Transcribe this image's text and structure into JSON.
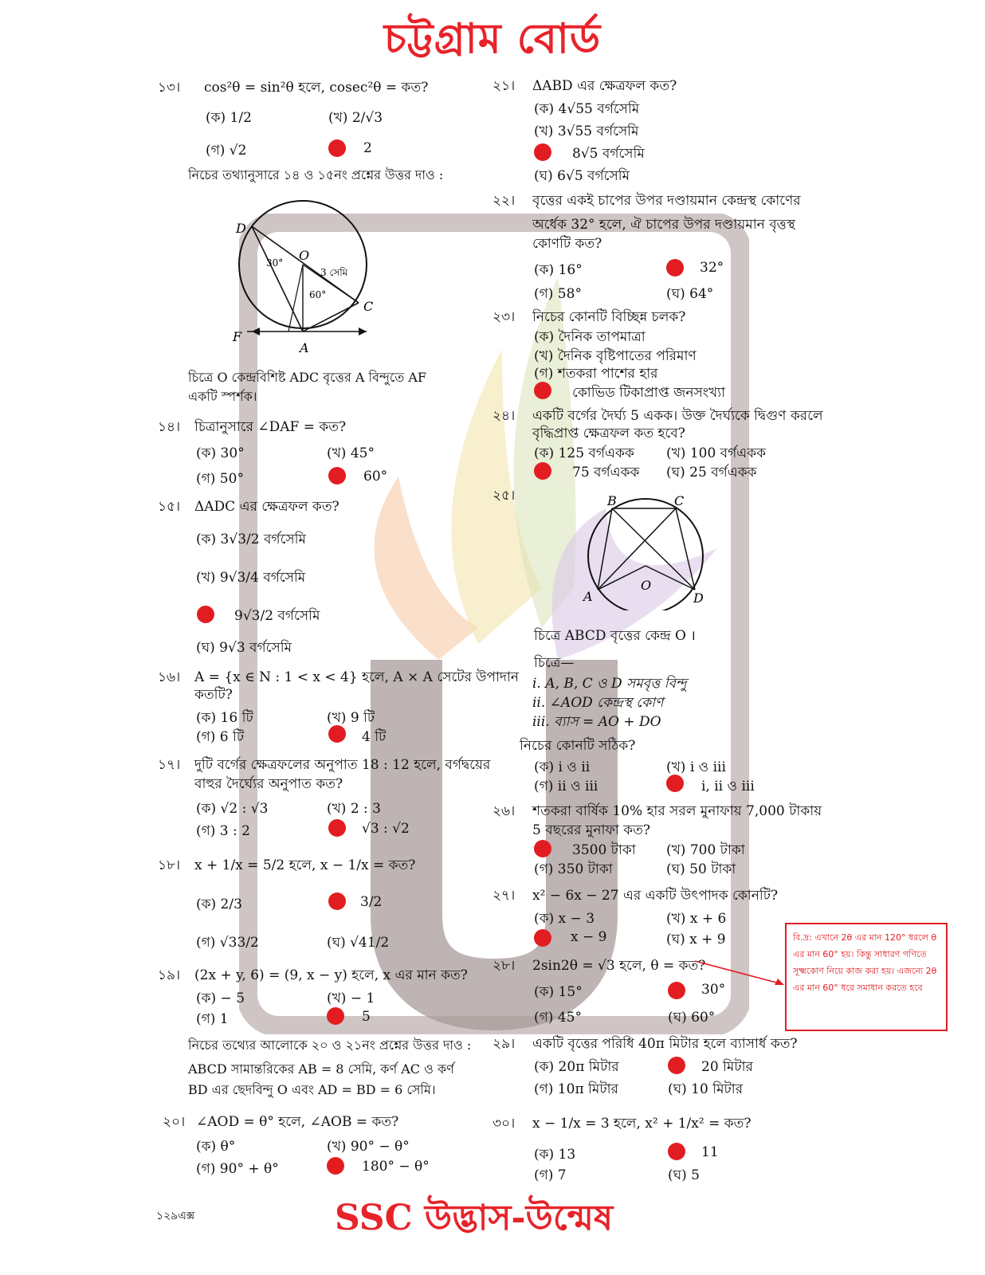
{
  "title": "চট্টগ্রাম বোর্ড",
  "footer": "SSC উদ্ভাস-উন্মেষ",
  "page_no": "১২৯এক্স",
  "remark": "বি.দ্র: এখানে 2θ এর মান 120° ধরলে θ এর মান 60° হয়। কিন্তু সাধারণ গণিতে সূক্ষ্মকোণ নিয়ে কাজ করা হয়। এজন্যে 2θ এর মান 60° ধরে সমাধান করতে হবে",
  "q13": {
    "num": "১৩।",
    "text": "cos²θ = sin²θ  হলে, cosec²θ = কত?",
    "a": "(ক)  1/2",
    "b": "(খ)  2/√3",
    "c": "(গ)  √2",
    "d": "2"
  },
  "note1": "নিচের তথ্যানুসারে ১৪ ও ১৫নং প্রশ্নের উত্তর দাও :",
  "fig1_caption": "চিত্রে O কেন্দ্রবিশিষ্ট ADC বৃত্তের A বিন্দুতে AF একটি স্পর্শক।",
  "fig1": {
    "D": "D",
    "O": "O",
    "C": "C",
    "A": "A",
    "F": "F",
    "ang30": "30°",
    "ang60": "60°",
    "r": "3 সেমি"
  },
  "q14": {
    "num": "১৪।",
    "text": "চিত্রানুসারে ∠DAF =  কত?",
    "a": "(ক)  30°",
    "b": "(খ)  45°",
    "c": "(গ)  50°",
    "d": "60°"
  },
  "q15": {
    "num": "১৫।",
    "text": "ΔADC এর ক্ষেত্রফল কত?",
    "a": "(ক)  3√3/2  বর্গসেমি",
    "b": "(খ)  9√3/4  বর্গসেমি",
    "c": "9√3/2  বর্গসেমি",
    "d": "(ঘ)  9√3  বর্গসেমি"
  },
  "q16": {
    "num": "১৬।",
    "text": "A = {x ∈ N : 1 < x < 4} হলে, A × A সেটের উপাদান",
    "text2": "কতটি?",
    "a": "(ক)  16 টি",
    "b": "(খ)  9 টি",
    "c": "(গ)  6 টি",
    "d": "4 টি"
  },
  "q17": {
    "num": "১৭।",
    "text": "দুটি বর্গের ক্ষেত্রফলের অনুপাত 18 : 12 হলে, বর্গদ্বয়ের",
    "text2": "বাহুর দৈর্ঘ্যের অনুপাত কত?",
    "a": "(ক)  √2 : √3",
    "b": "(খ)  2 : 3",
    "c": "(গ)  3 : 2",
    "d": "√3 : √2"
  },
  "q18": {
    "num": "১৮।",
    "text": "x + 1/x = 5/2  হলে,  x − 1/x  = কত?",
    "a": "(ক)  2/3",
    "b": "3/2",
    "c": "(গ)  √33/2",
    "d": "(ঘ)  √41/2"
  },
  "q19": {
    "num": "১৯।",
    "text": "(2x + y, 6) = (9,  x − y) হলে, x এর মান কত?",
    "a": "(ক)  − 5",
    "b": "(খ)  − 1",
    "c": "(গ)  1",
    "d": "5"
  },
  "note2": "নিচের তথ্যের আলোকে ২০ ও ২১নং প্রশ্নের উত্তর দাও :",
  "note2b": "ABCD সামান্তরিকের AB = 8 সেমি, কর্ণ AC ও কর্ণ",
  "note2c": "BD এর ছেদবিন্দু O এবং AD = BD = 6 সেমি।",
  "q20": {
    "num": "২০।",
    "text": "∠AOD = θ° হলে, ∠AOB =  কত?",
    "a": "(ক)  θ°",
    "b": "(খ)  90° − θ°",
    "c": "(গ)  90° + θ°",
    "d": "180° − θ°"
  },
  "q21": {
    "num": "২১।",
    "text": "ΔABD এর ক্ষেত্রফল কত?",
    "a": "(ক)   4√55  বর্গসেমি",
    "b": "(খ)   3√55  বর্গসেমি",
    "c": "8√5  বর্গসেমি",
    "d": "(ঘ)   6√5  বর্গসেমি"
  },
  "q22": {
    "num": "২২।",
    "text": "বৃত্তের একই চাপের উপর দণ্ডায়মান কেন্দ্রস্থ কোণের",
    "text2": "অর্ধেক 32° হলে,  ঐ চাপের উপর দণ্ডায়মান বৃত্তস্থ",
    "text3": "কোণটি কত?",
    "a": "(ক)  16°",
    "b": "32°",
    "c": "(গ)  58°",
    "d": "(ঘ)  64°"
  },
  "q23": {
    "num": "২৩।",
    "text": "নিচের কোনটি বিচ্ছিন্ন চলক?",
    "a": "(ক)   দৈনিক তাপমাত্রা",
    "b": "(খ)   দৈনিক বৃষ্টিপাতের পরিমাণ",
    "c": "(গ)   শতকরা পাশের হার",
    "d": "কোভিড টিকাপ্রাপ্ত জনসংখ্যা"
  },
  "q24": {
    "num": "২৪।",
    "text": "একটি বর্গের দৈর্ঘ্য 5 একক। উক্ত দৈর্ঘ্যকে দ্বিগুণ করলে",
    "text2": "বৃদ্ধিপ্রাপ্ত ক্ষেত্রফল কত হবে?",
    "a": "(ক)   125 বর্গএকক",
    "b": "(খ)   100 বর্গএকক",
    "c": "75 বর্গএকক",
    "d": "(ঘ)   25 বর্গএকক"
  },
  "q25": {
    "num": "২৫।",
    "fig": {
      "B": "B",
      "C": "C",
      "A": "A",
      "D": "D",
      "O": "O"
    },
    "caption": "চিত্রে ABCD বৃত্তের কেন্দ্র O ।",
    "lead": "চিত্রে—",
    "i": "i.     A, B, C ও D সমবৃত্ত বিন্দু",
    "ii": "ii.    ∠AOD কেন্দ্রস্থ কোণ",
    "iii": "iii.   ব্যাস = AO + DO",
    "ask": "নিচের কোনটি সঠিক?",
    "a": "(ক)   i ও ii",
    "b": "(খ)   i ও iii",
    "c": "(গ)   ii ও iii",
    "d": "i, ii ও iii"
  },
  "q26": {
    "num": "২৬।",
    "text": "শতকরা বার্ষিক 10% হার সরল মুনাফায় 7,000 টাকায়",
    "text2": "5 বছরের মুনাফা কত?",
    "a": "3500 টাকা",
    "b": "(খ)   700 টাকা",
    "c": "(গ)   350 টাকা",
    "d": "(ঘ)   50 টাকা"
  },
  "q27": {
    "num": "২৭।",
    "text": "x² − 6x − 27 এর একটি উৎপাদক কোনটি?",
    "a": "(ক)   x − 3",
    "b": "(খ)   x + 6",
    "c": "x − 9",
    "d": "(ঘ)   x + 9"
  },
  "q28": {
    "num": "২৮।",
    "text": "2sin2θ = √3  হলে,  θ = কত?",
    "a": "(ক)   15°",
    "b": "30°",
    "c": "(গ)   45°",
    "d": "(ঘ)   60°"
  },
  "q29": {
    "num": "২৯।",
    "text": "একটি বৃত্তের পরিধি 40π মিটার হলে ব্যাসার্ধ কত?",
    "a": "(ক)   20π মিটার",
    "b": "20 মিটার",
    "c": "(গ)   10π মিটার",
    "d": "(ঘ)   10 মিটার"
  },
  "q30": {
    "num": "৩০।",
    "text": "x − 1/x = 3  হলে,  x² + 1/x² = কত?",
    "a": "(ক)   13",
    "b": "11",
    "c": "(গ)   7",
    "d": "(ঘ)   5"
  }
}
